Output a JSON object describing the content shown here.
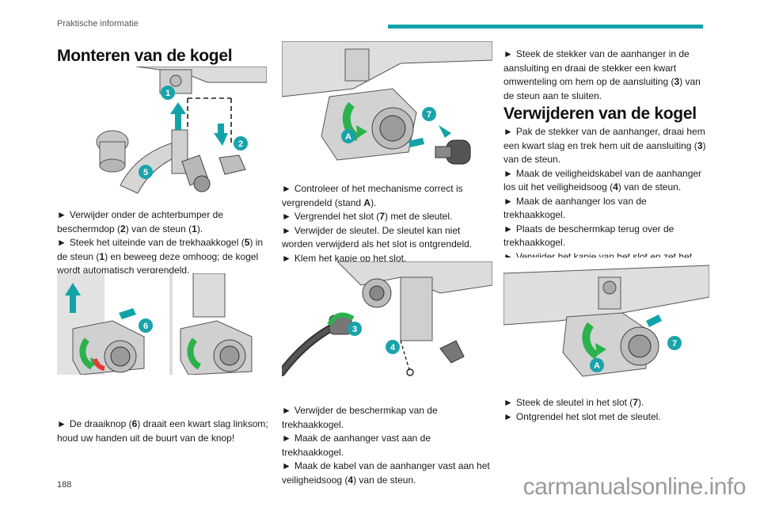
{
  "header": {
    "section": "Praktische informatie"
  },
  "colors": {
    "accent": "#12a3a8",
    "badge": "#1aa3aa",
    "lock_green": "#2bb24c",
    "warn_red": "#e53935"
  },
  "col1": {
    "title": "Monteren van de kogel",
    "fig1": {
      "badges": [
        "1",
        "2",
        "5"
      ]
    },
    "para1": [
      {
        "arrow": "►",
        "pre": "Verwijder onder de achterbumper de beschermdop (",
        "b1": "2",
        "mid": ") van de steun (",
        "b2": "1",
        "post": ")."
      },
      {
        "arrow": "►",
        "pre": "Steek het uiteinde van de trekhaakkogel (",
        "b1": "5",
        "post": ") in de steun (",
        "b2": "1",
        "post2": ") en beweeg deze omhoog; de kogel wordt automatisch vergrendeld."
      }
    ],
    "fig2": {
      "badges": [
        "6"
      ]
    },
    "para2": {
      "arrow": "►",
      "pre": "De draaiknop (",
      "b1": "6",
      "post": ") draait een kwart slag linksom; houd uw handen uit de buurt van de knop!"
    }
  },
  "col2": {
    "fig1": {
      "badges": [
        "7",
        "A"
      ]
    },
    "para1": [
      {
        "arrow": "►",
        "pre": "Controleer of het mechanisme correct is vergrendeld (stand ",
        "b1": "A",
        "post": ")."
      },
      {
        "arrow": "►",
        "pre": "Vergrendel het slot (",
        "b1": "7",
        "post": ") met de sleutel."
      },
      {
        "arrow": "►",
        "text": "Verwijder de sleutel. De sleutel kan niet worden verwijderd als het slot is ontgrendeld."
      },
      {
        "arrow": "►",
        "text": "Klem het kapje op het slot."
      }
    ],
    "fig2": {
      "badges": [
        "3",
        "4"
      ]
    },
    "para2": [
      {
        "arrow": "►",
        "text": "Verwijder de beschermkap van de trekhaakkogel."
      },
      {
        "arrow": "►",
        "text": "Maak de aanhanger vast aan de trekhaakkogel."
      },
      {
        "arrow": "►",
        "pre": "Maak de kabel van de aanhanger vast aan het veiligheidsoog (",
        "b1": "4",
        "post": ") van de steun."
      }
    ]
  },
  "col3": {
    "para0": {
      "arrow": "►",
      "pre": "Steek de stekker van de aanhanger in de aansluiting en draai de stekker een kwart omwenteling om hem op de aansluiting (",
      "b1": "3",
      "post": ") van de steun aan te sluiten."
    },
    "title": "Verwijderen van de kogel",
    "para1": [
      {
        "arrow": "►",
        "pre": "Pak de stekker van de aanhanger, draai hem een kwart slag en trek hem uit de aansluiting (",
        "b1": "3",
        "post": ") van de steun."
      },
      {
        "arrow": "►",
        "pre": "Maak de veiligheidskabel van de aanhanger los uit het veiligheidsoog (",
        "b1": "4",
        "post": ") van de steun."
      },
      {
        "arrow": "►",
        "text": "Maak de aanhanger los van de trekhaakkogel."
      },
      {
        "arrow": "►",
        "text": "Plaats de beschermkap terug over de trekhaakkogel."
      },
      {
        "arrow": "►",
        "text": "Verwijder het kapje van het slot en zet het kapje vast op de kop van de sleutel."
      }
    ],
    "fig1": {
      "badges": [
        "7",
        "A"
      ]
    },
    "para2": [
      {
        "arrow": "►",
        "pre": "Steek de sleutel in het slot (",
        "b1": "7",
        "post": ")."
      },
      {
        "arrow": "►",
        "text": "Ontgrendel het slot met de sleutel."
      }
    ]
  },
  "footer": {
    "page_number": "188",
    "watermark": "carmanualsonline.info"
  }
}
